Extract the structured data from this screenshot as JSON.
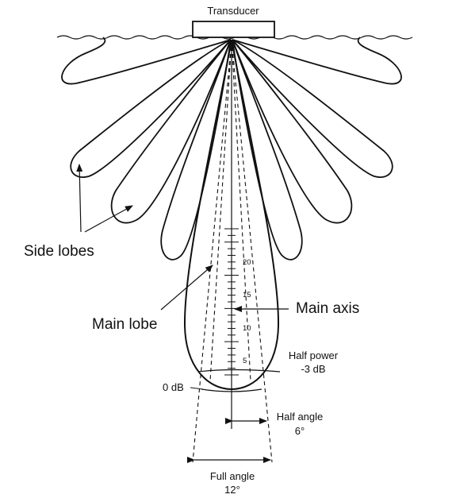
{
  "labels": {
    "transducer": "Transducer",
    "side_lobes": "Side lobes",
    "main_lobe": "Main lobe",
    "main_axis": "Main axis",
    "half_power_line1": "Half power",
    "half_power_line2": "-3 dB",
    "zero_db": "0 dB",
    "half_angle_line1": "Half angle",
    "half_angle_line2": "6°",
    "full_angle_line1": "Full angle",
    "full_angle_line2": "12°"
  },
  "scale": {
    "ticks": [
      "5",
      "10",
      "15",
      "20"
    ]
  }
}
